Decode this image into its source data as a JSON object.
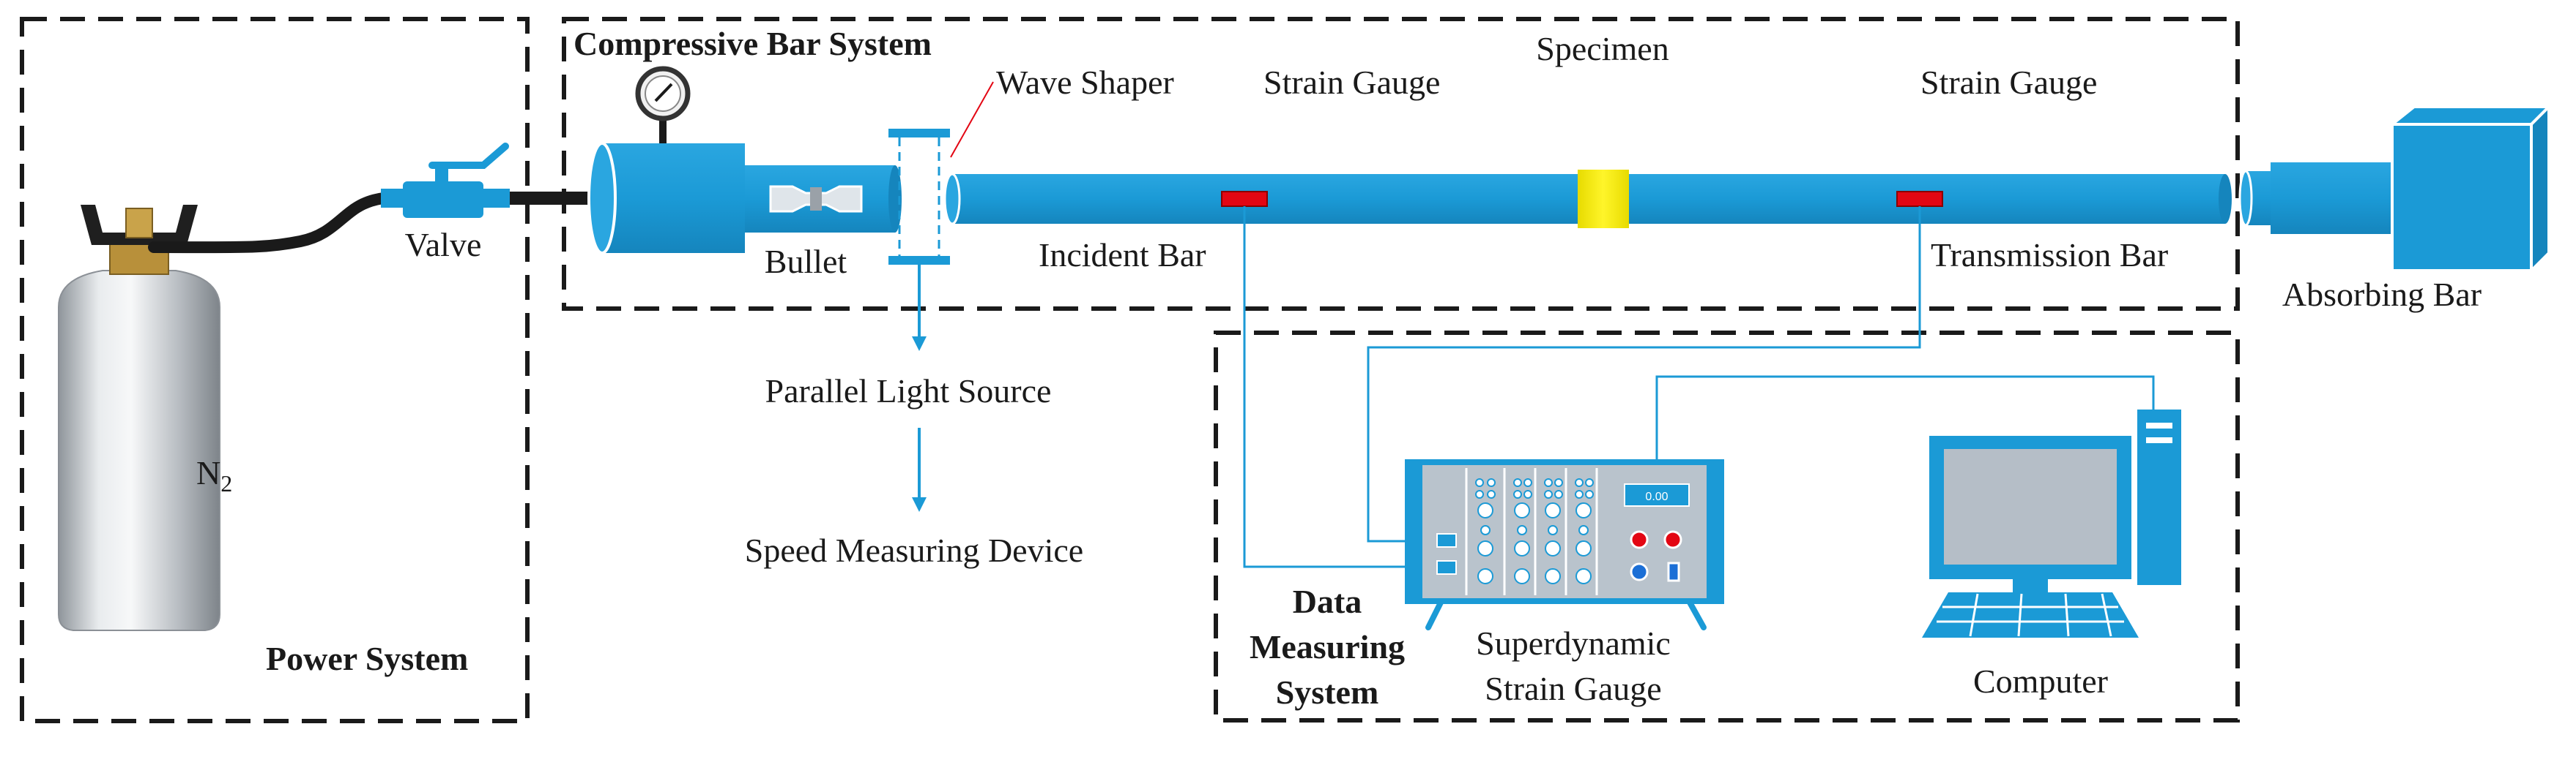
{
  "systems": {
    "power": "Power System",
    "compressive": "Compressive Bar System",
    "data_measuring": [
      "Data",
      "Measuring",
      "System"
    ]
  },
  "labels": {
    "valve": "Valve",
    "gas": "N",
    "gas_sub": "2",
    "bullet": "Bullet",
    "wave_shaper": "Wave Shaper",
    "strain_gauge_1": "Strain Gauge",
    "strain_gauge_2": "Strain Gauge",
    "specimen": "Specimen",
    "incident_bar": "Incident Bar",
    "transmission_bar": "Transmission Bar",
    "absorbing_bar": "Absorbing Bar",
    "parallel_light": "Parallel Light Source",
    "speed_device": "Speed Measuring Device",
    "superdynamic": [
      "Superdynamic",
      "Strain Gauge"
    ],
    "computer": "Computer",
    "display_reading": "0.00"
  },
  "colors": {
    "bar_blue": "#1b9ad6",
    "bar_dark": "#0e6fa6",
    "gauge_red": "#e30613",
    "specimen_yellow": "#f5e900",
    "panel_grey": "#b9c3cc",
    "dash": "#1a1a1a"
  }
}
